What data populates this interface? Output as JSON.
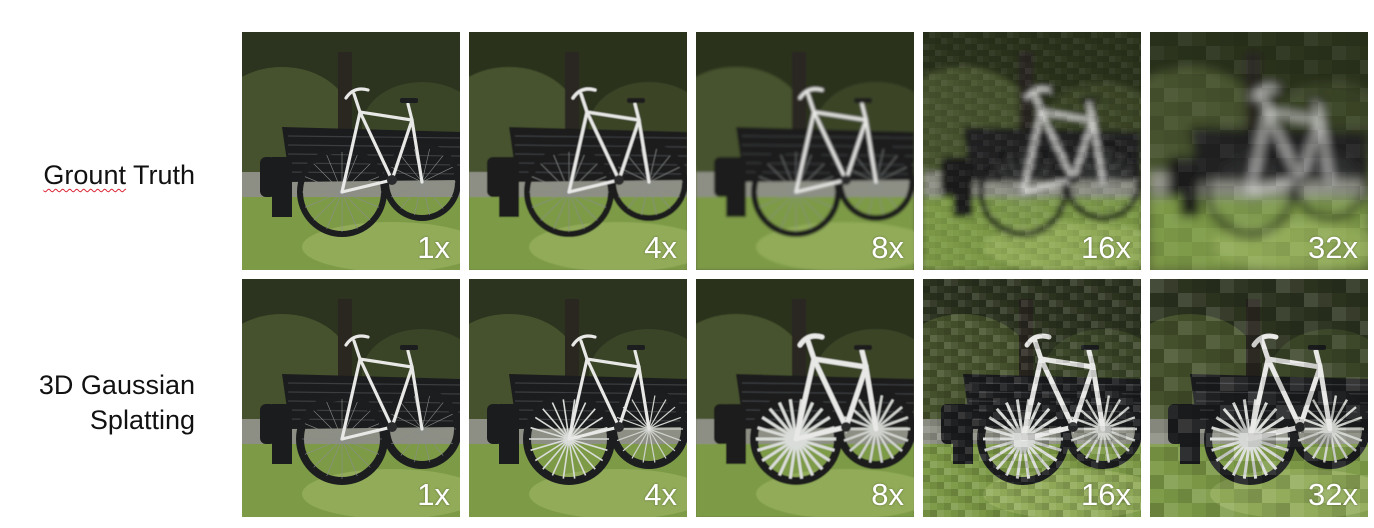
{
  "rows": [
    {
      "label_parts": [
        "Grount",
        " Truth"
      ],
      "tiles": [
        {
          "label": "1x",
          "blur": 0,
          "pixel": 1
        },
        {
          "label": "4x",
          "blur": 0.6,
          "pixel": 1
        },
        {
          "label": "8x",
          "blur": 1.3,
          "pixel": 1
        },
        {
          "label": "16x",
          "blur": 3,
          "pixel": 6
        },
        {
          "label": "32x",
          "blur": 5,
          "pixel": 14
        }
      ]
    },
    {
      "label_lines": [
        "3D Gaussian",
        "Splatting"
      ],
      "tiles": [
        {
          "label": "1x",
          "blur": 0,
          "pixel": 1
        },
        {
          "label": "4x",
          "blur": 0,
          "pixel": 1
        },
        {
          "label": "8x",
          "blur": 0.4,
          "pixel": 1
        },
        {
          "label": "16x",
          "blur": 0,
          "pixel": 7
        },
        {
          "label": "32x",
          "blur": 0,
          "pixel": 14
        }
      ]
    }
  ],
  "colors": {
    "sky": "#d9dcd6",
    "tree_dark": "#2c331f",
    "tree_mid": "#46522d",
    "grass": "#7d9a47",
    "grass_light": "#9fb865",
    "bench": "#1b1c1d",
    "bike_frame": "#e8e8e6",
    "tire": "#1c1d1f",
    "label": "#ffffff"
  }
}
